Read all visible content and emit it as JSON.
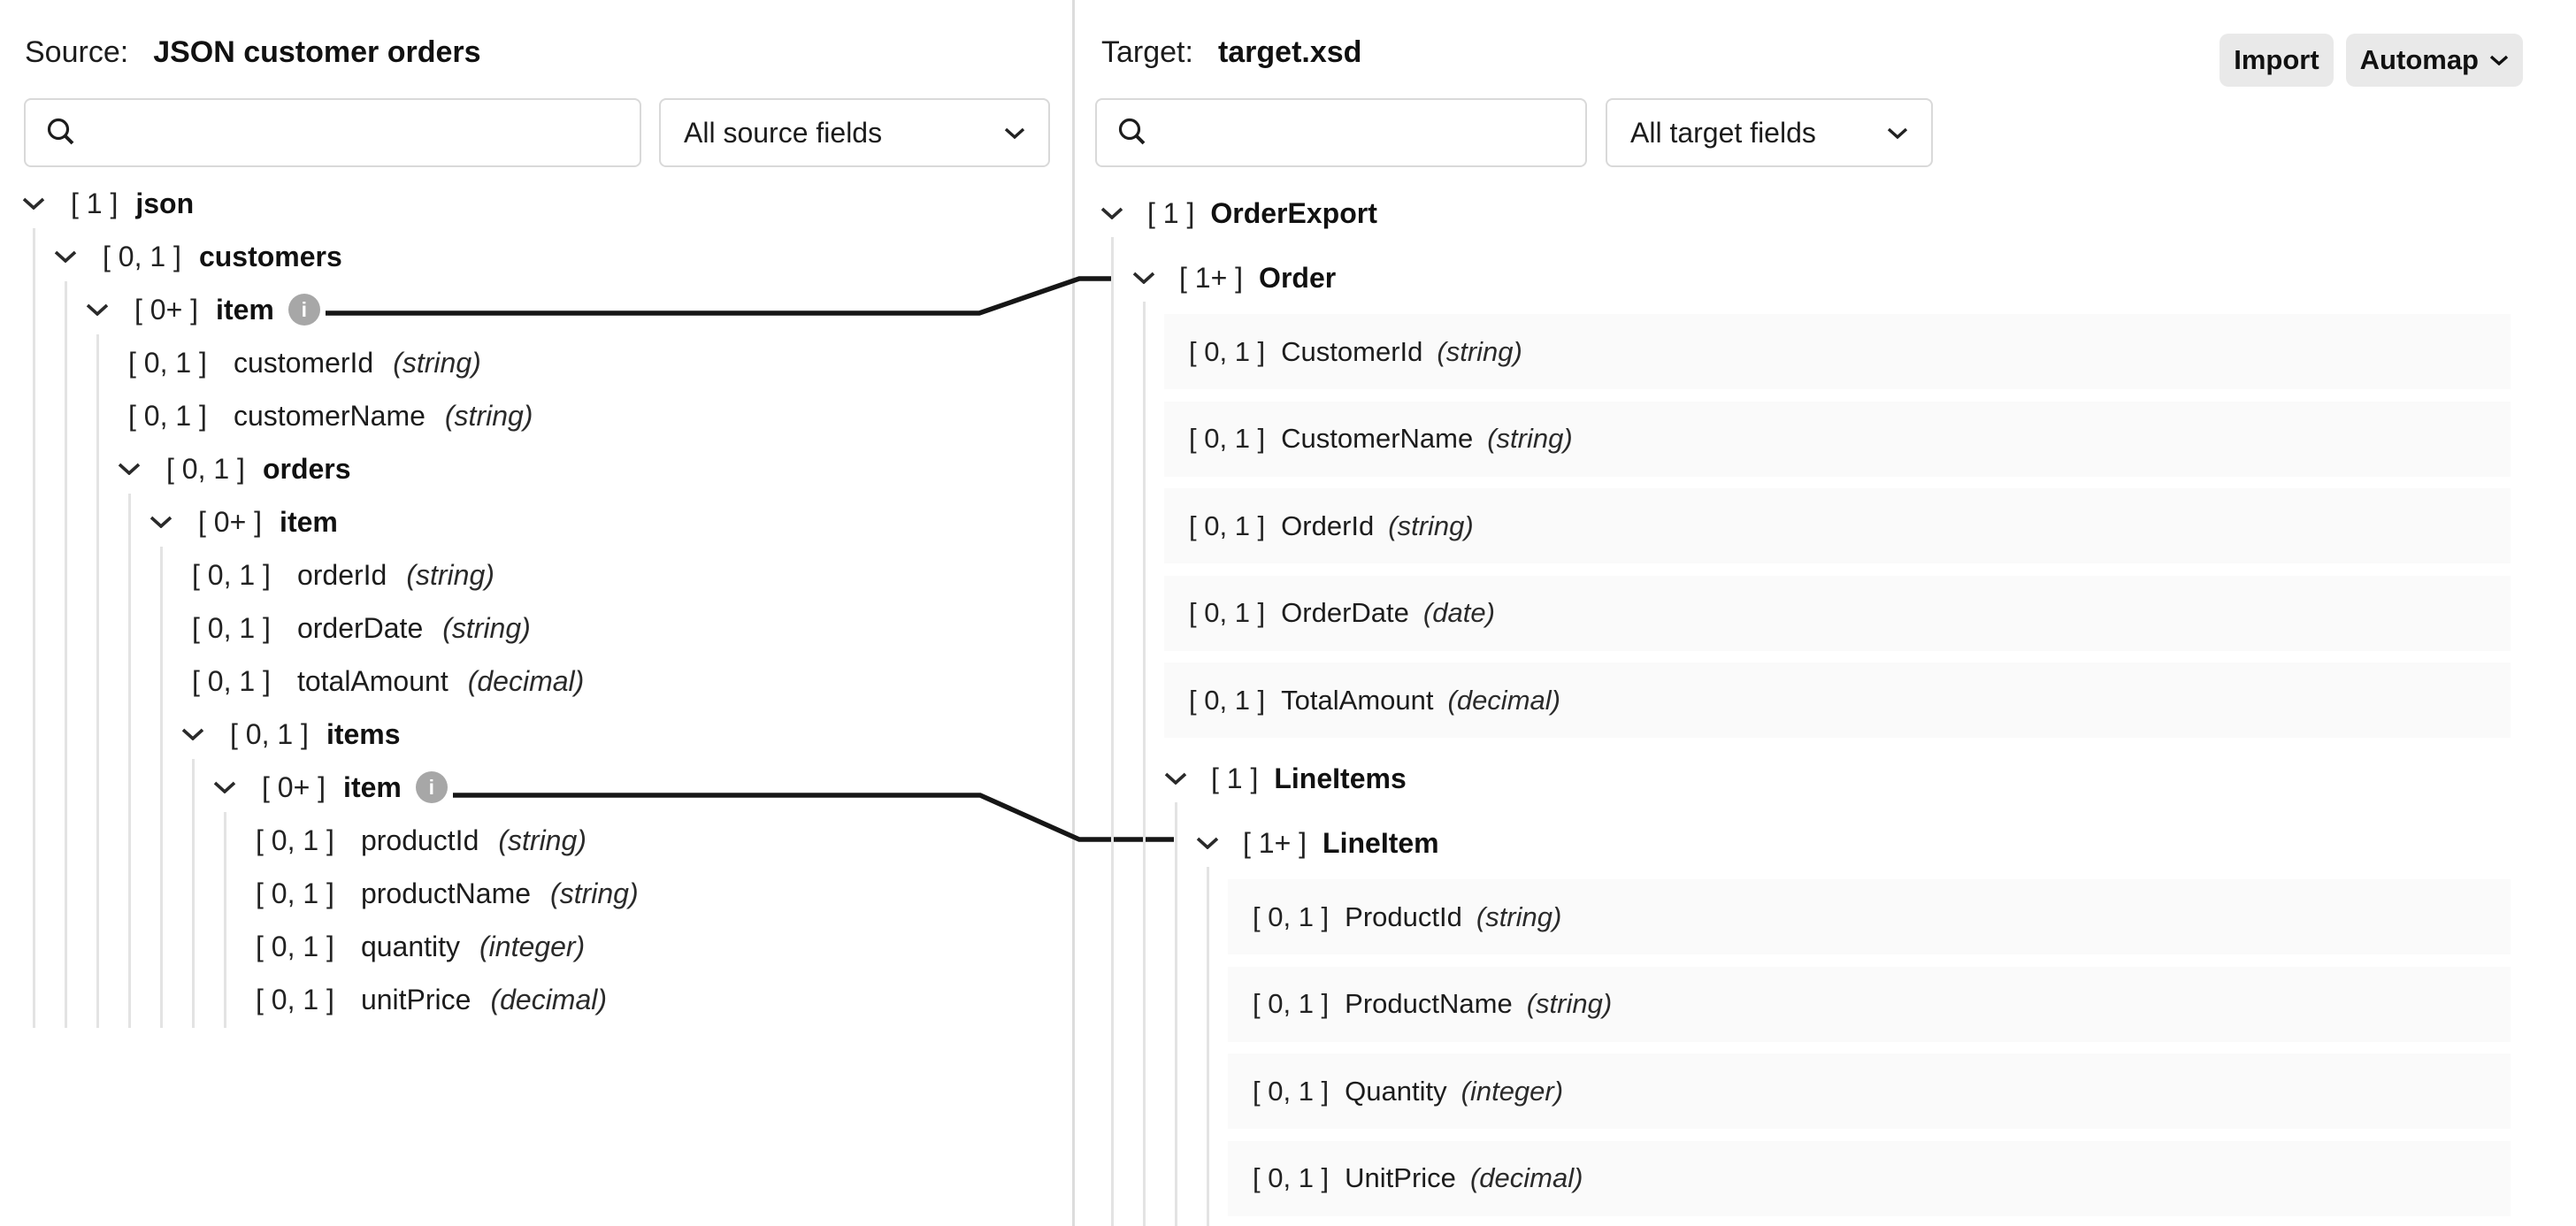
{
  "source_panel": {
    "label": "Source:",
    "title": "JSON customer orders",
    "search_value": "",
    "filter_label": "All source fields",
    "rows": [
      {
        "depth": 0,
        "kind": "parent",
        "cardinality": "[ 1 ]",
        "name": "json"
      },
      {
        "depth": 1,
        "kind": "parent",
        "cardinality": "[ 0, 1 ]",
        "name": "customers"
      },
      {
        "depth": 2,
        "kind": "parent",
        "cardinality": "[ 0+ ]",
        "name": "item",
        "info": true,
        "mapped": true
      },
      {
        "depth": 3,
        "kind": "leaf",
        "cardinality": "[ 0, 1 ]",
        "name": "customerId",
        "type": "(string)"
      },
      {
        "depth": 3,
        "kind": "leaf",
        "cardinality": "[ 0, 1 ]",
        "name": "customerName",
        "type": "(string)"
      },
      {
        "depth": 3,
        "kind": "parent",
        "cardinality": "[ 0, 1 ]",
        "name": "orders"
      },
      {
        "depth": 4,
        "kind": "parent",
        "cardinality": "[ 0+ ]",
        "name": "item"
      },
      {
        "depth": 5,
        "kind": "leaf",
        "cardinality": "[ 0, 1 ]",
        "name": "orderId",
        "type": "(string)"
      },
      {
        "depth": 5,
        "kind": "leaf",
        "cardinality": "[ 0, 1 ]",
        "name": "orderDate",
        "type": "(string)"
      },
      {
        "depth": 5,
        "kind": "leaf",
        "cardinality": "[ 0, 1 ]",
        "name": "totalAmount",
        "type": "(decimal)"
      },
      {
        "depth": 5,
        "kind": "parent",
        "cardinality": "[ 0, 1 ]",
        "name": "items"
      },
      {
        "depth": 6,
        "kind": "parent",
        "cardinality": "[ 0+ ]",
        "name": "item",
        "info": true,
        "mapped": true
      },
      {
        "depth": 7,
        "kind": "leaf",
        "cardinality": "[ 0, 1 ]",
        "name": "productId",
        "type": "(string)"
      },
      {
        "depth": 7,
        "kind": "leaf",
        "cardinality": "[ 0, 1 ]",
        "name": "productName",
        "type": "(string)"
      },
      {
        "depth": 7,
        "kind": "leaf",
        "cardinality": "[ 0, 1 ]",
        "name": "quantity",
        "type": "(integer)"
      },
      {
        "depth": 7,
        "kind": "leaf",
        "cardinality": "[ 0, 1 ]",
        "name": "unitPrice",
        "type": "(decimal)"
      }
    ]
  },
  "target_panel": {
    "label": "Target:",
    "title": "target.xsd",
    "search_value": "",
    "filter_label": "All target fields",
    "rows": [
      {
        "depth": 0,
        "kind": "parent",
        "cardinality": "[ 1 ]",
        "name": "OrderExport"
      },
      {
        "depth": 1,
        "kind": "parent",
        "cardinality": "[ 1+ ]",
        "name": "Order",
        "mapped": true
      },
      {
        "depth": 2,
        "kind": "leaf",
        "cardinality": "[ 0, 1 ]",
        "name": "CustomerId",
        "type": "(string)"
      },
      {
        "depth": 2,
        "kind": "leaf",
        "cardinality": "[ 0, 1 ]",
        "name": "CustomerName",
        "type": "(string)"
      },
      {
        "depth": 2,
        "kind": "leaf",
        "cardinality": "[ 0, 1 ]",
        "name": "OrderId",
        "type": "(string)"
      },
      {
        "depth": 2,
        "kind": "leaf",
        "cardinality": "[ 0, 1 ]",
        "name": "OrderDate",
        "type": "(date)"
      },
      {
        "depth": 2,
        "kind": "leaf",
        "cardinality": "[ 0, 1 ]",
        "name": "TotalAmount",
        "type": "(decimal)"
      },
      {
        "depth": 2,
        "kind": "parent",
        "cardinality": "[ 1 ]",
        "name": "LineItems"
      },
      {
        "depth": 3,
        "kind": "parent",
        "cardinality": "[ 1+ ]",
        "name": "LineItem",
        "mapped": true
      },
      {
        "depth": 4,
        "kind": "leaf",
        "cardinality": "[ 0, 1 ]",
        "name": "ProductId",
        "type": "(string)"
      },
      {
        "depth": 4,
        "kind": "leaf",
        "cardinality": "[ 0, 1 ]",
        "name": "ProductName",
        "type": "(string)"
      },
      {
        "depth": 4,
        "kind": "leaf",
        "cardinality": "[ 0, 1 ]",
        "name": "Quantity",
        "type": "(integer)"
      },
      {
        "depth": 4,
        "kind": "leaf",
        "cardinality": "[ 0, 1 ]",
        "name": "UnitPrice",
        "type": "(decimal)"
      }
    ]
  },
  "toolbar": {
    "import_label": "Import",
    "automap_label": "Automap"
  },
  "mappings": [
    {
      "from": "json.customers.item",
      "to": "OrderExport.Order"
    },
    {
      "from": "json.customers.item.orders.item.items.item",
      "to": "OrderExport.Order.LineItems.LineItem"
    }
  ],
  "colors": {
    "map_line": "#161616",
    "leaf_bar": "#fafafa",
    "guide": "#e3e3e3",
    "divider": "#dcdcdc",
    "button_bg": "#e9e9e9",
    "info_icon": "#a7a7a7",
    "border": "#d9d9d9",
    "text": "#1c1c1c"
  }
}
